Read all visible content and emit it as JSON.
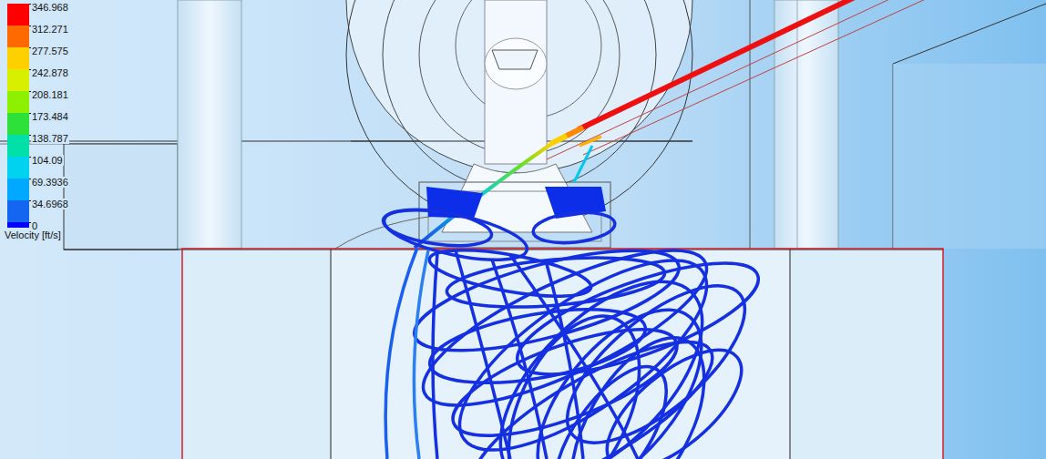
{
  "diagram": {
    "labels": [
      "Velocity [ft/s]"
    ],
    "legend": [
      {
        "text": "346.968",
        "color": "#ff0000"
      },
      {
        "text": "312.271",
        "color": "#ff6a00"
      },
      {
        "text": "277.575",
        "color": "#ffd000"
      },
      {
        "text": "242.878",
        "color": "#d8f000"
      },
      {
        "text": "208.181",
        "color": "#8cf000"
      },
      {
        "text": "173.484",
        "color": "#2ee03a"
      },
      {
        "text": "138.787",
        "color": "#00e0a8"
      },
      {
        "text": "104.09",
        "color": "#00d2f0"
      },
      {
        "text": "69.3936",
        "color": "#00a8ff"
      },
      {
        "text": "34.6968",
        "color": "#1466f0"
      },
      {
        "text": "0",
        "color": "#0000ff"
      }
    ]
  }
}
